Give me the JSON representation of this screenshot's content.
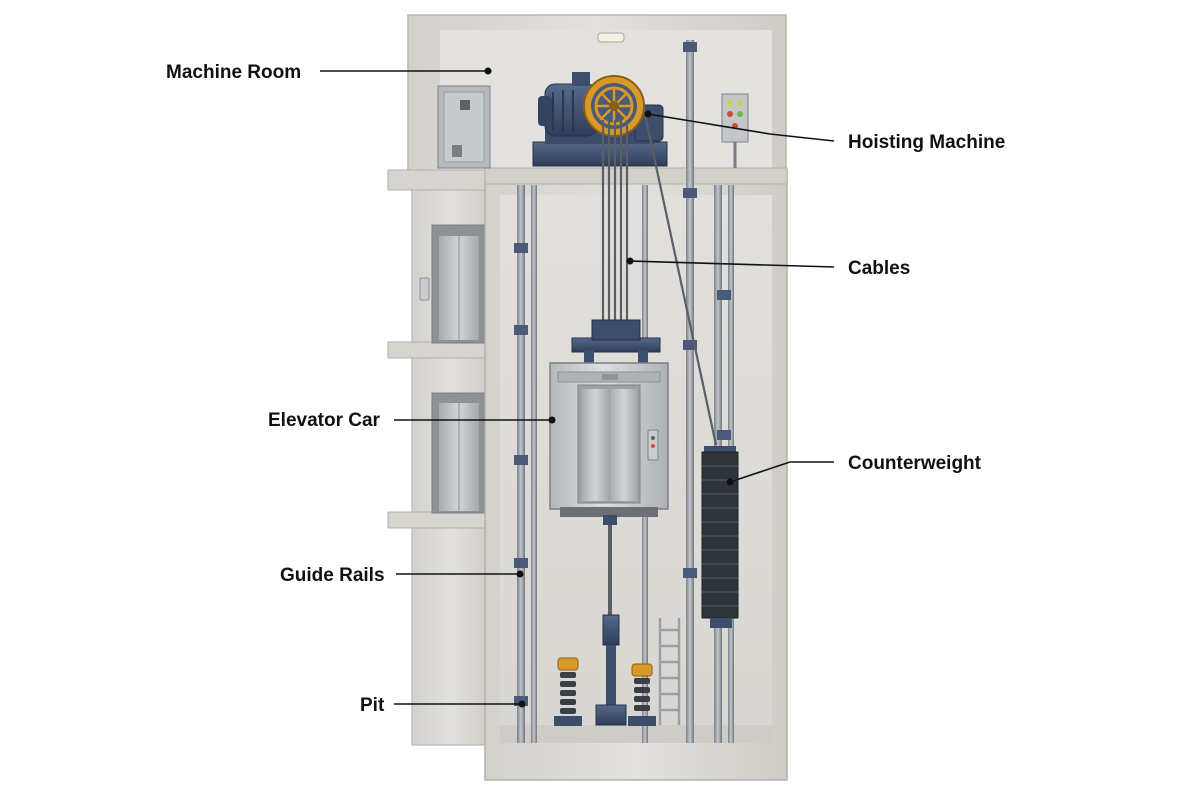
{
  "labels": {
    "machine_room": "Machine Room",
    "hoisting_machine": "Hoisting Machine",
    "cables": "Cables",
    "elevator_car": "Elevator Car",
    "counterweight": "Counterweight",
    "guide_rails": "Guide Rails",
    "pit": "Pit"
  },
  "colors": {
    "concrete": "#dcdad6",
    "concrete_dark": "#c9c6c1",
    "shaft_interior": "#e6e4e0",
    "steel": "#9aa0a6",
    "machine_blue": "#3e4f6e",
    "sheave_gold": "#d79a28",
    "car_steel": "#c4c7ca"
  },
  "icons": {
    "hoisting_machine": "motor-sheave-icon",
    "controller": "control-cabinet-icon",
    "buffer": "spring-buffer-icon",
    "ladder": "pit-ladder-icon"
  }
}
